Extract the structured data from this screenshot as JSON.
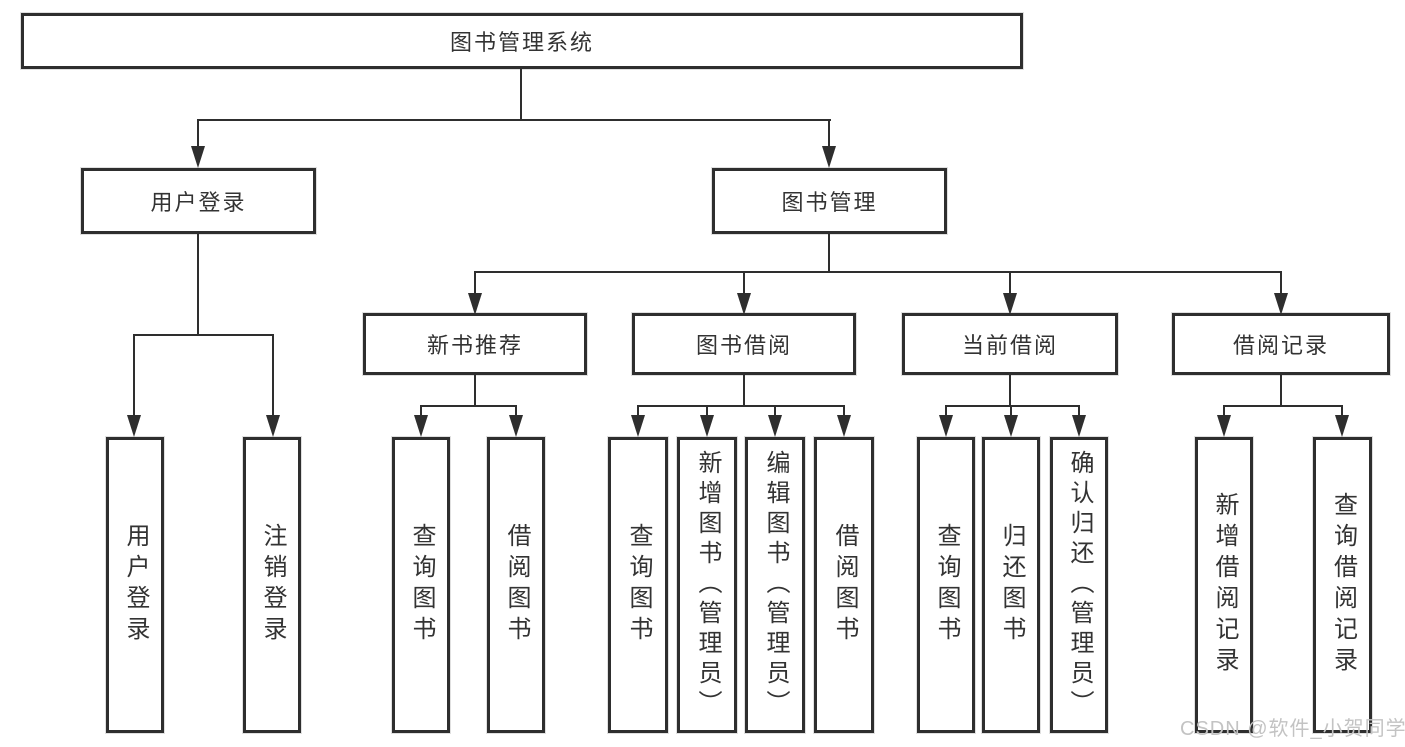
{
  "diagram": {
    "root": "图书管理系统",
    "level2": {
      "user_login": "用户登录",
      "book_mgmt": "图书管理"
    },
    "user_login_children": [
      "用户登录",
      "注销登录"
    ],
    "book_mgmt_children": [
      "新书推荐",
      "图书借阅",
      "当前借阅",
      "借阅记录"
    ],
    "new_book_children": [
      "查询图书",
      "借阅图书"
    ],
    "book_borrow_children": [
      "查询图书",
      "新增图书（管理员）",
      "编辑图书（管理员）",
      "借阅图书"
    ],
    "current_borrow_children": [
      "查询图书",
      "归还图书",
      "确认归还（管理员）"
    ],
    "record_children": [
      "新增借阅记录",
      "查询借阅记录"
    ]
  },
  "watermark": {
    "text": "CSDN @软件_小贺同学"
  },
  "colors": {
    "line": "#2e2e2e",
    "text": "#333333",
    "watermark": "#c3c3c3",
    "background": "#ffffff"
  }
}
